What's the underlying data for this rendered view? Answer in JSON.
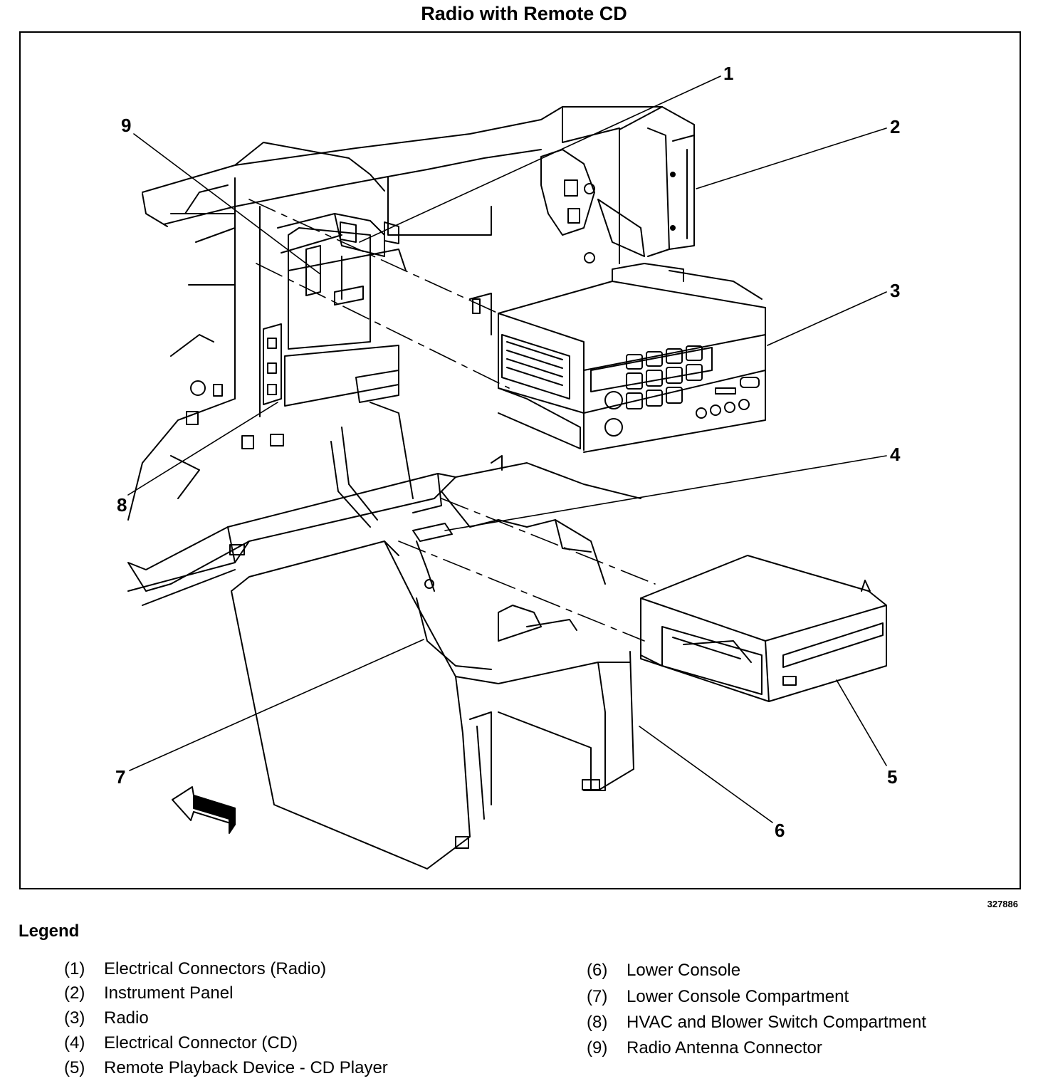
{
  "title": "Radio with Remote CD",
  "figure_number": "327886",
  "callouts": [
    "1",
    "2",
    "3",
    "4",
    "5",
    "6",
    "7",
    "8",
    "9"
  ],
  "legend": {
    "heading": "Legend",
    "items": [
      {
        "num": "(1)",
        "text": "Electrical Connectors (Radio)"
      },
      {
        "num": "(2)",
        "text": "Instrument Panel"
      },
      {
        "num": "(3)",
        "text": "Radio"
      },
      {
        "num": "(4)",
        "text": "Electrical Connector (CD)"
      },
      {
        "num": "(5)",
        "text": "Remote Playback Device - CD Player"
      },
      {
        "num": "(6)",
        "text": "Lower Console"
      },
      {
        "num": "(7)",
        "text": "Lower Console Compartment"
      },
      {
        "num": "(8)",
        "text": "HVAC and Blower Switch Compartment"
      },
      {
        "num": "(9)",
        "text": "Radio Antenna Connector"
      }
    ]
  }
}
